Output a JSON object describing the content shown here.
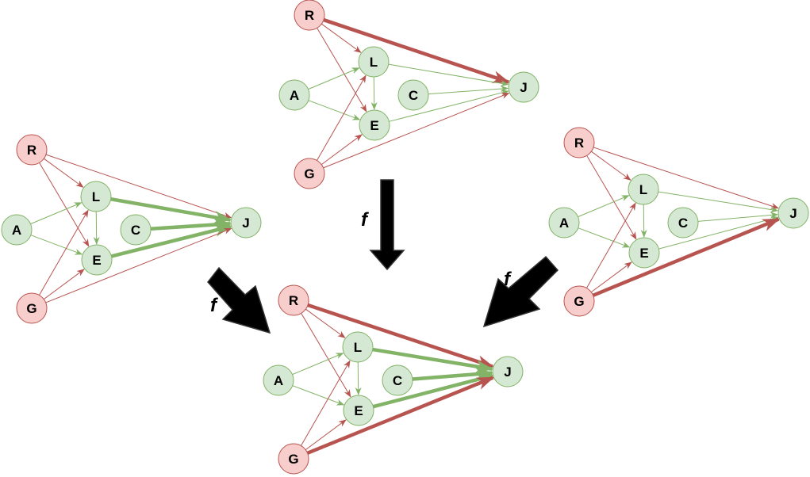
{
  "colors": {
    "red_fill": "#f8cecc",
    "red_stroke": "#b85450",
    "green_fill": "#d5e8d4",
    "green_stroke": "#82b366",
    "arrow_fill": "#000000"
  },
  "node_labels": {
    "R": "R",
    "L": "L",
    "A": "A",
    "C": "C",
    "J": "J",
    "E": "E",
    "G": "G"
  },
  "f_label": "f",
  "diagrams": [
    {
      "id": "top",
      "highlight": [
        "R-J"
      ]
    },
    {
      "id": "left",
      "highlight": [
        "L-J",
        "C-J",
        "E-J"
      ]
    },
    {
      "id": "right",
      "highlight": [
        "G-J"
      ]
    },
    {
      "id": "bottom",
      "highlight": [
        "R-J",
        "L-J",
        "C-J",
        "E-J",
        "G-J"
      ]
    }
  ]
}
